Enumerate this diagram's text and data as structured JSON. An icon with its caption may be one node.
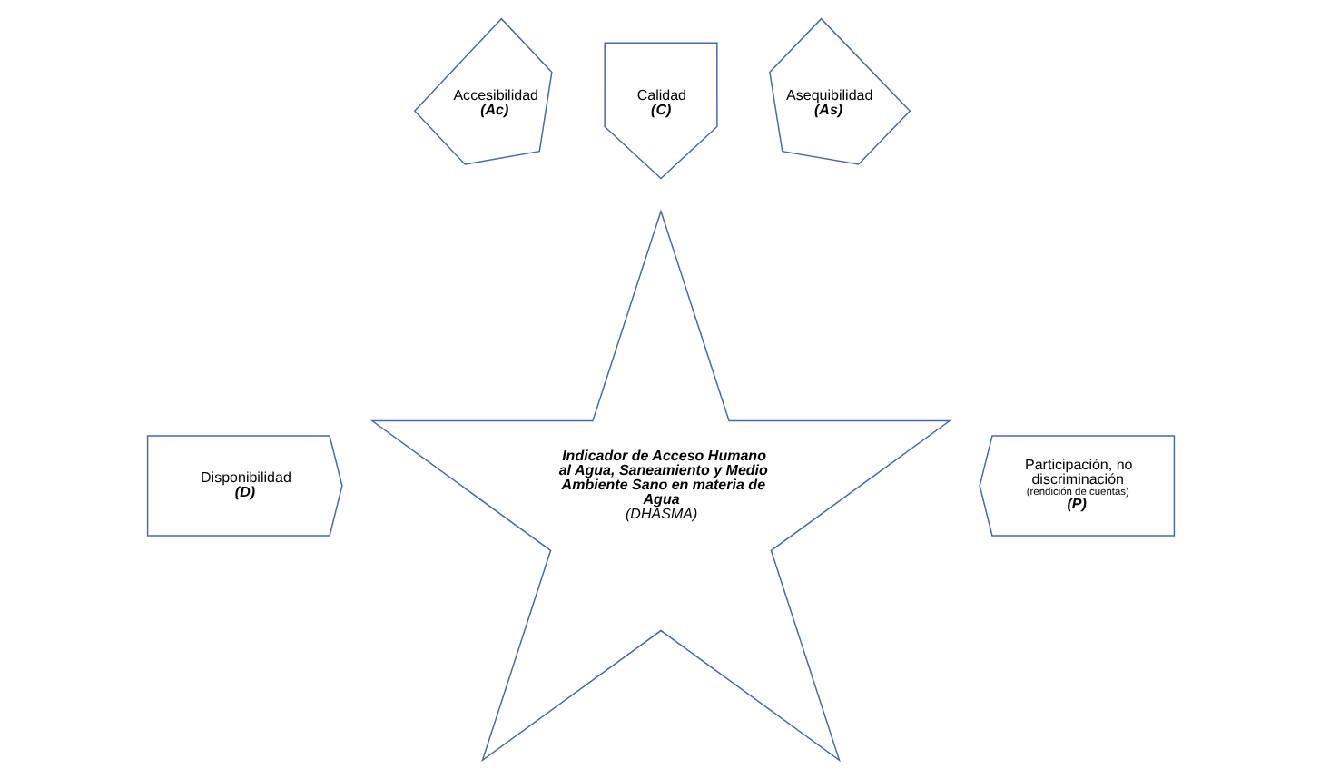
{
  "diagram": {
    "nodes": [
      {
        "text": [
          "Calidad",
          "(C)"
        ]
      },
      {
        "text": [
          "Accesibilidad",
          "(Ac)"
        ]
      },
      {
        "text": [
          "Asequibilidad",
          "(As)"
        ]
      },
      {
        "text": [
          "Indicador de Acceso Humano al Agua, Saneamiento y Medio Ambiente Sano en materia de Agua",
          "(DHASMA)"
        ]
      },
      {
        "text": [
          "Disponibilidad",
          "(D)"
        ]
      },
      {
        "text": [
          "Participación, no discriminación",
          "(rendición de cuentas)",
          "(P)"
        ]
      }
    ]
  }
}
